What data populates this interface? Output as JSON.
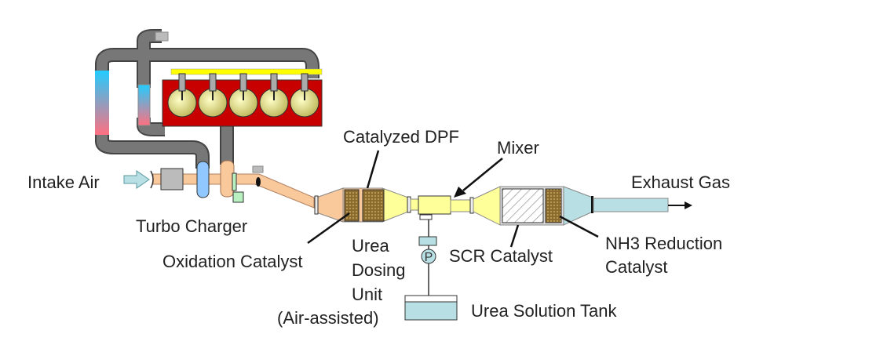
{
  "labels": {
    "intake_air": "Intake Air",
    "turbo_charger": "Turbo Charger",
    "oxidation_catalyst": "Oxidation Catalyst",
    "catalyzed_dpf": "Catalyzed DPF",
    "mixer": "Mixer",
    "exhaust_gas": "Exhaust Gas",
    "urea_dosing_unit": [
      "Urea",
      "Dosing",
      "Unit",
      "(Air-assisted)"
    ],
    "scr_catalyst": "SCR Catalyst",
    "nh3_reduction_catalyst": [
      "NH3 Reduction",
      "Catalyst"
    ],
    "urea_solution_tank": "Urea Solution Tank",
    "pump": "P"
  },
  "colors": {
    "egr_pipe": "#666666",
    "engine_block": "#c80000",
    "fuel_rail": "#ffff00",
    "intake_pipe": "#f9c89b",
    "catalyst_brick": "#8b6a2e",
    "yellow_section": "#ffff99",
    "exhaust_tail": "#b8e0e4"
  }
}
